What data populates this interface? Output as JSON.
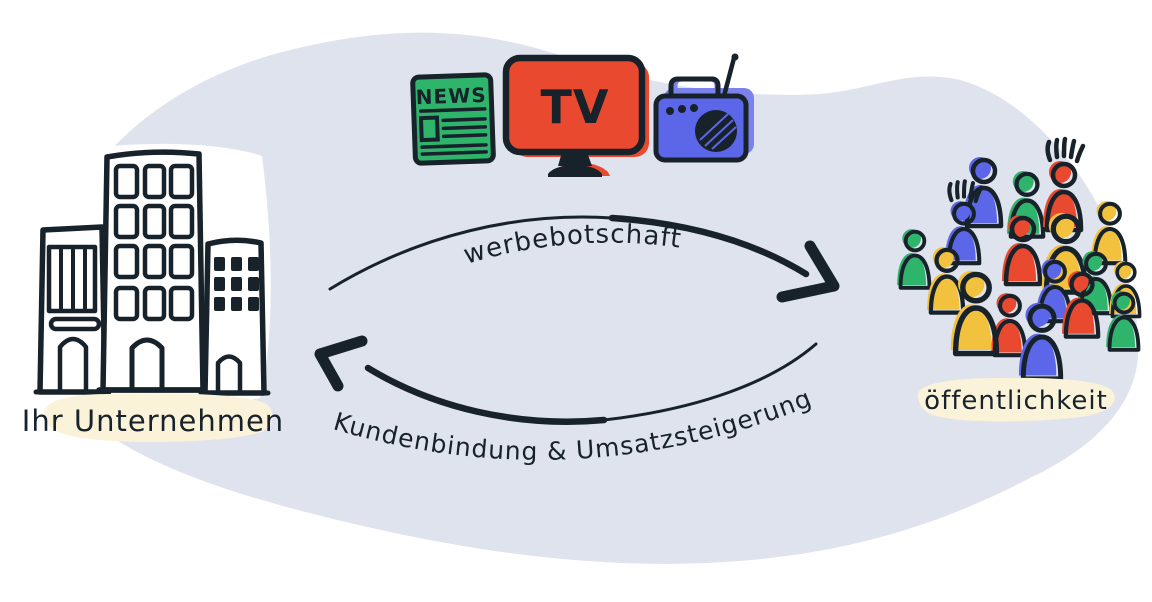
{
  "diagram": {
    "company": {
      "label": "Ihr Unternehmen"
    },
    "public": {
      "label": "öffentlichkeit"
    },
    "media_icons": {
      "newspaper_label": "NEWS",
      "tv_label": "TV"
    },
    "arrows": {
      "top": {
        "label": "werbebotschaft",
        "direction": "left-to-right"
      },
      "bottom": {
        "label": "Kundenbindung & Umsatzsteigerung",
        "direction": "right-to-left"
      }
    },
    "colors": {
      "background_blob": "#dfe3ed",
      "label_highlight": "#faf3da",
      "ink": "#17222b",
      "red": "#e8492f",
      "green": "#2fb46c",
      "blue": "#5b67e8",
      "blue_shadow": "#7b82ea",
      "yellow": "#f2c23e",
      "white": "#ffffff"
    }
  }
}
